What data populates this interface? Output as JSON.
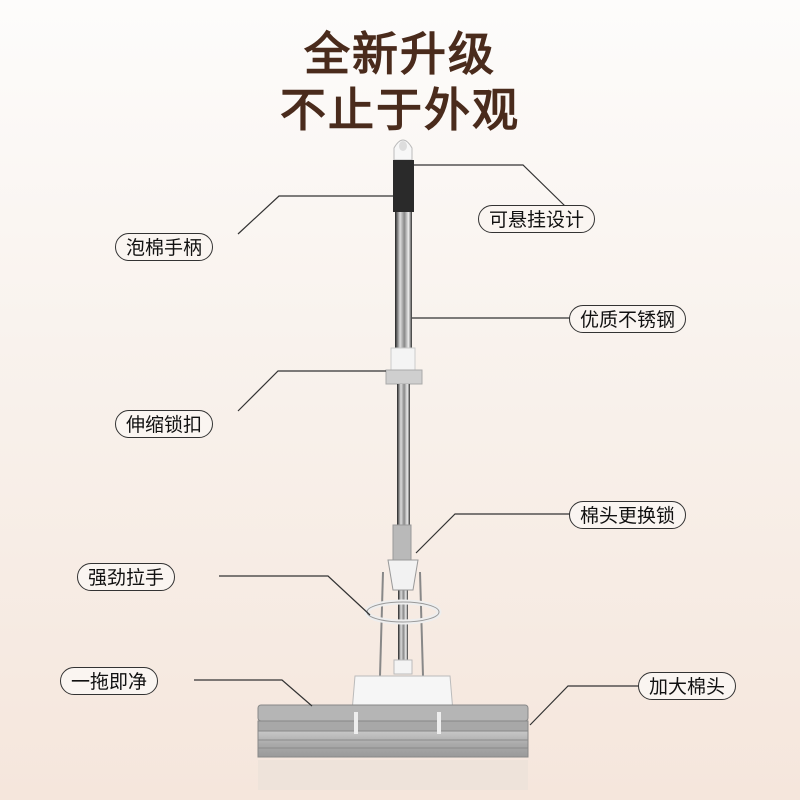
{
  "header": {
    "line1": "全新升级",
    "line2": "不止于外观",
    "color": "#4a2b1c"
  },
  "product": {
    "name": "mop",
    "parts": [
      "hanging-hook",
      "foam-handle",
      "stainless-steel-pole",
      "telescopic-lock",
      "head-replacement-lock",
      "pull-handle",
      "mop-base",
      "sponge-head"
    ]
  },
  "callouts": {
    "foam_handle": "泡棉手柄",
    "hanging_design": "可悬挂设计",
    "stainless_steel": "优质不锈钢",
    "telescopic_lock": "伸缩锁扣",
    "head_replace_lock": "棉头更换锁",
    "strong_pull_handle": "强劲拉手",
    "one_mop_clean": "一拖即净",
    "large_sponge_head": "加大棉头"
  }
}
